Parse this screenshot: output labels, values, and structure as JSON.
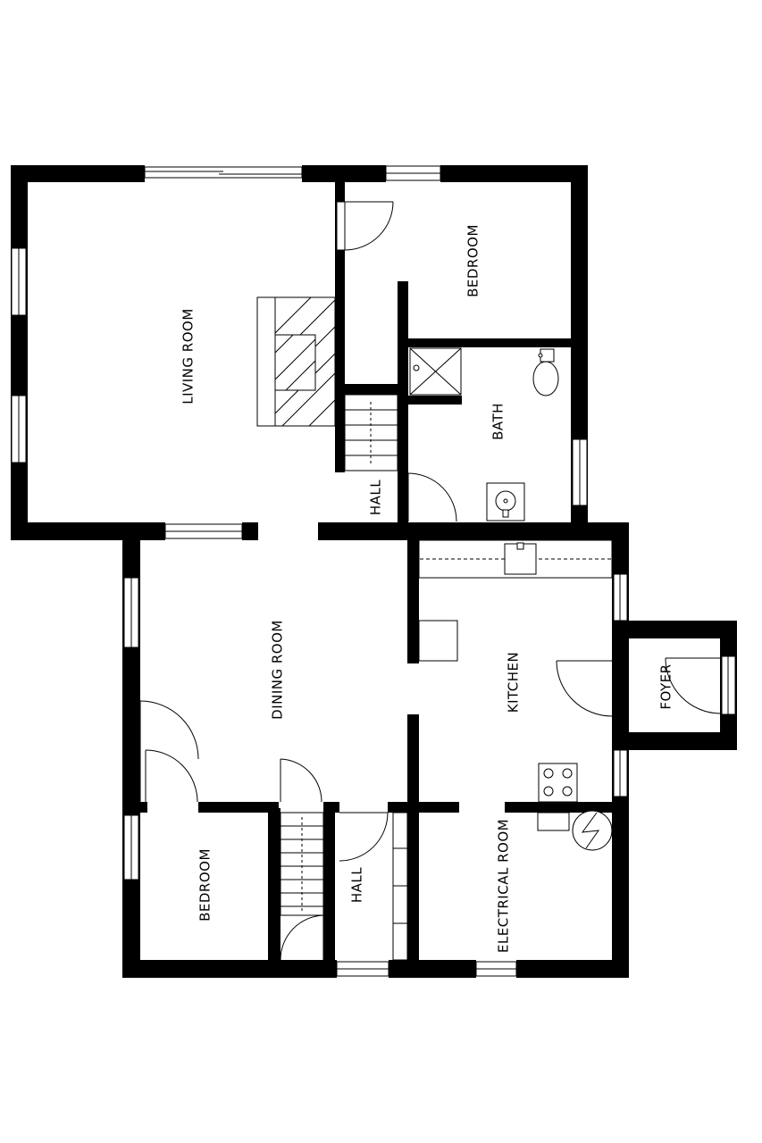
{
  "rooms": {
    "living_room": "LIVING ROOM",
    "bedroom_upper": "BEDROOM",
    "bath": "BATH",
    "hall_upper": "HALL",
    "dining_room": "DINING ROOM",
    "kitchen": "KITCHEN",
    "foyer": "FOYER",
    "bedroom_lower": "BEDROOM",
    "hall_lower": "HALL",
    "electrical_room": "ELECTRICAL ROOM"
  },
  "colors": {
    "wall": "#000000",
    "background": "#ffffff"
  }
}
